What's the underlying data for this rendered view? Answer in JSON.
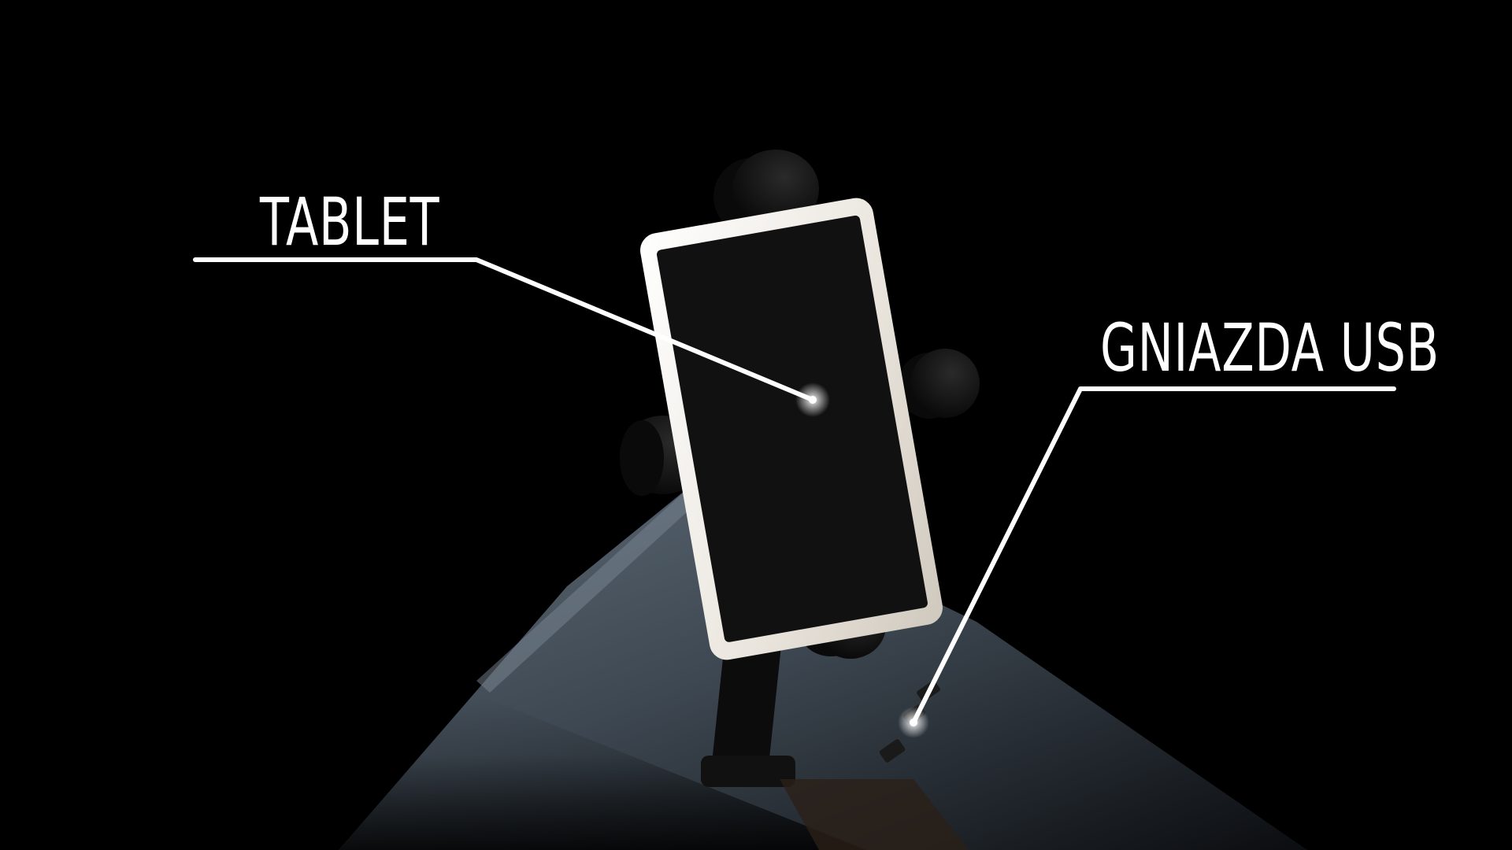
{
  "callouts": {
    "tablet": {
      "label": "TABLET"
    },
    "usb": {
      "label": "GNIAZDA USB"
    }
  },
  "colors": {
    "background": "#000000",
    "callout_line": "#ffffff",
    "tablet_frame": "#f2f0ec",
    "tablet_screen": "#101010",
    "cup": "#141414",
    "floor": "#4a5560"
  },
  "icons": {
    "tablet_holder": "tablet-holder-illustration",
    "usb_socket": "usb-socket-illustration"
  }
}
